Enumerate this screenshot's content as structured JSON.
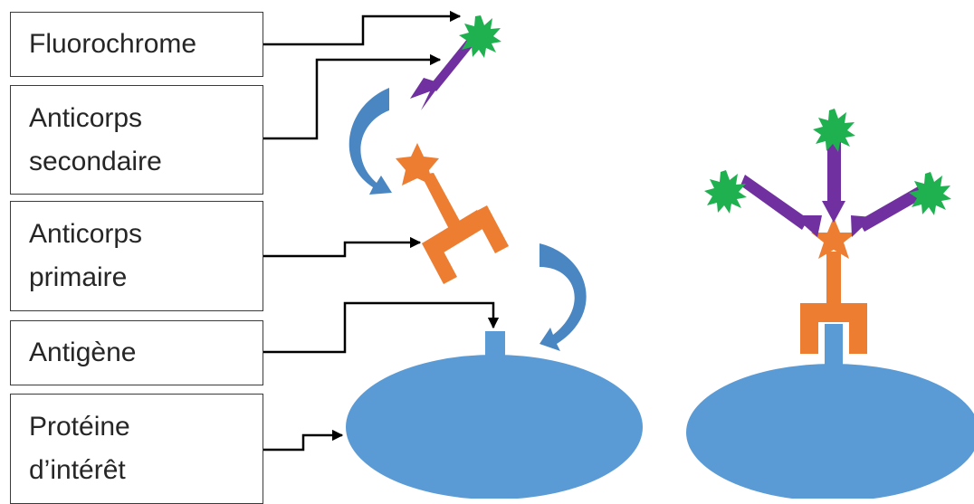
{
  "labels": {
    "fluorochrome": {
      "lines": [
        "Fluorochrome"
      ]
    },
    "anticorps_secondaire": {
      "lines": [
        "Anticorps",
        "secondaire"
      ]
    },
    "anticorps_primaire": {
      "lines": [
        "Anticorps",
        "primaire"
      ]
    },
    "antigene": {
      "lines": [
        "Antigène"
      ]
    },
    "proteine": {
      "lines": [
        "Protéine",
        "d’intérêt"
      ]
    }
  },
  "colors": {
    "protein": "#5b9bd5",
    "antigen": "#5b9bd5",
    "primary_antibody": "#ed7d31",
    "secondary_antibody": "#7030a0",
    "fluorochrome": "#1fb050",
    "reaction_arrow": "#4a86c2",
    "connector": "#000000",
    "box_border": "#3a3a3a"
  },
  "icons": {
    "fluorochrome": "starburst",
    "antigen_binding_site": "star",
    "reaction_arrow": "curved-arrow"
  }
}
